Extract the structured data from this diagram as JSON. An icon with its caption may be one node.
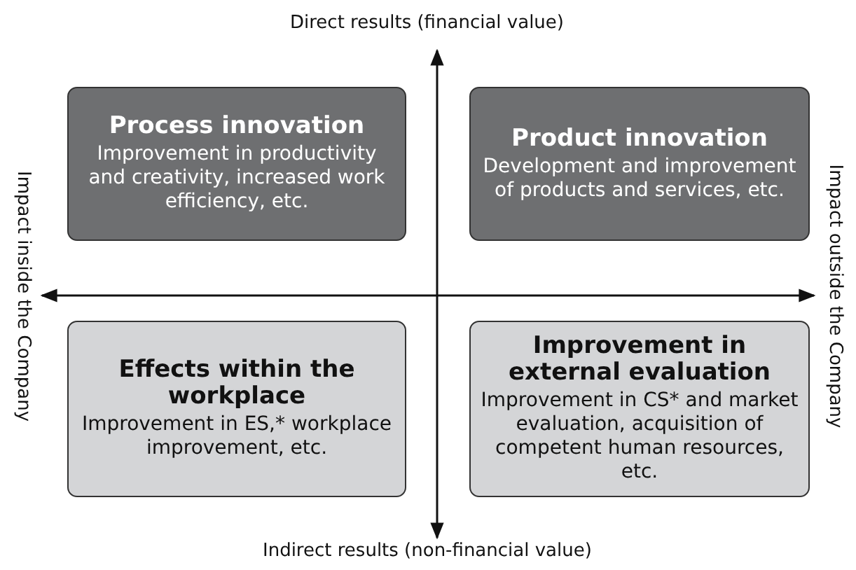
{
  "diagram": {
    "nodes": [
      {
        "text": [
          "Process innovation",
          "Improvement in productivity and creativity, increased work efficiency, etc."
        ]
      },
      {
        "text": [
          "Product innovation",
          "Development and improvement of products and services, etc."
        ]
      },
      {
        "text": [
          "Effects within the workplace",
          "Improvement in ES,* workplace improvement, etc."
        ]
      },
      {
        "text": [
          "Improvement in external evaluation",
          "Improvement in CS* and market evaluation, acquisition of competent human resources, etc."
        ]
      }
    ],
    "edges": [],
    "labels": [
      "Direct results (financial value)",
      "Impact inside the Company",
      "Impact outside the Company",
      "Indirect results (non-financial value)"
    ]
  }
}
